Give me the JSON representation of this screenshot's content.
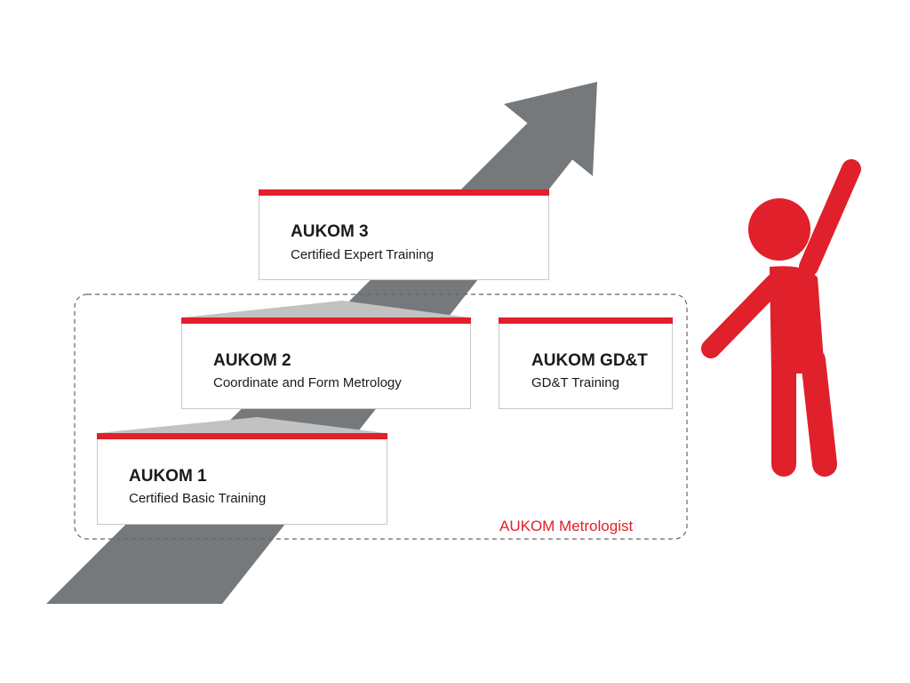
{
  "colors": {
    "accent": "#e0202a",
    "arrow": "#76797b",
    "step_shadow": "#c2c2c2",
    "group_border": "#666666"
  },
  "cards": [
    {
      "id": "aukom-3",
      "title": "AUKOM 3",
      "subtitle": "Certified Expert Training"
    },
    {
      "id": "aukom-2",
      "title": "AUKOM 2",
      "subtitle": "Coordinate and Form Metrology"
    },
    {
      "id": "aukom-gdt",
      "title": "AUKOM GD&T",
      "subtitle": "GD&T Training"
    },
    {
      "id": "aukom-1",
      "title": "AUKOM 1",
      "subtitle": "Certified Basic Training"
    }
  ],
  "group": {
    "label": "AUKOM Metrologist"
  },
  "icons": {
    "arrow": "growth-arrow-icon",
    "person": "cheering-person-icon"
  }
}
